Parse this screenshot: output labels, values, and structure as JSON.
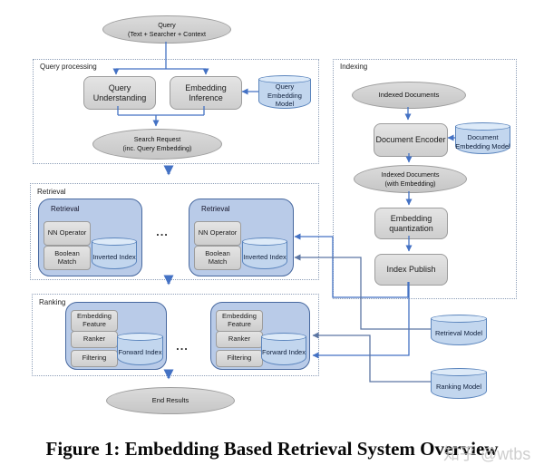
{
  "figure": {
    "caption": "Figure 1: Embedding Based Retrieval System Overview",
    "watermark": "知乎 @wtbs",
    "colors": {
      "accent_blue": "#4472c4",
      "model_line_blue": "#5c76a3",
      "container_blue": "#b9cbe8",
      "cylinder_blue": "#c2d6ee",
      "node_gray": "#d9d9d9"
    },
    "nodes": {
      "query_line1": "Query",
      "query_line2": "(Text + Searcher + Context",
      "section_query_processing": "Query processing",
      "query_understanding": "Query Understanding",
      "embedding_inference": "Embedding Inference",
      "query_embedding_model": "Query Embedding Model",
      "search_request_line1": "Search Request",
      "search_request_line2": "(inc. Query Embedding)",
      "section_retrieval": "Retrieval",
      "retrieval_box_label": "Retrieval",
      "nn_operator": "NN Operator",
      "boolean_match": "Boolean Match",
      "inverted_index": "Inverted Index",
      "ellipsis": "...",
      "section_ranking": "Ranking",
      "embedding_feature": "Embedding Feature",
      "ranker": "Ranker",
      "filtering": "Filtering",
      "forward_index": "Forward Index",
      "end_results": "End Results",
      "section_indexing": "Indexing",
      "indexed_documents": "Indexed Documents",
      "document_encoder": "Document Encoder",
      "document_embedding_model": "Document Embedding Model",
      "indexed_documents_emb_line1": "Indexed Documents",
      "indexed_documents_emb_line2": "(with Embedding)",
      "embedding_quantization": "Embedding quantization",
      "index_publish": "Index Publish",
      "retrieval_model": "Retrieval Model",
      "ranking_model": "Ranking Model"
    }
  }
}
